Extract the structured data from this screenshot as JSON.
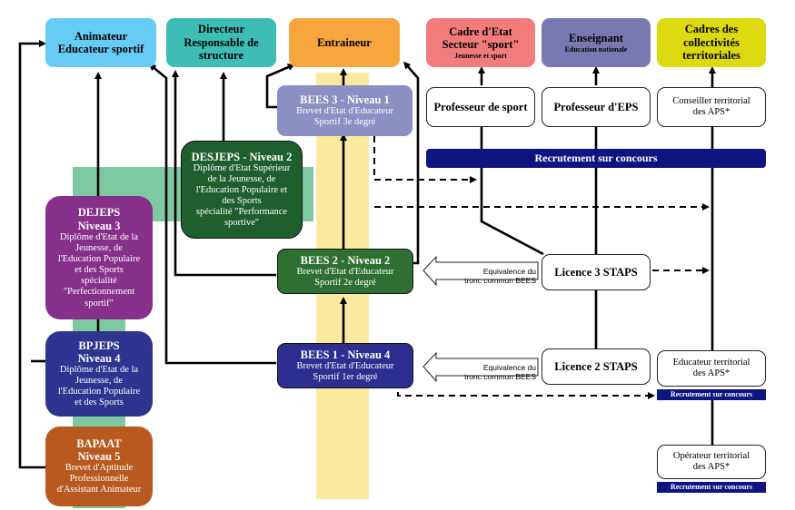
{
  "colors": {
    "animateur": "#66ccf5",
    "directeur": "#3dbdb6",
    "entraineur": "#f7a53d",
    "cadre_etat": "#f27b7b",
    "enseignant": "#7a78b0",
    "cadres_collectivites": "#dcd90f",
    "bees3": "#8c8fc2",
    "desjeps": "#1f5f2e",
    "bees2": "#2f6f32",
    "bees1": "#2d2e8f",
    "dejeps": "#86308a",
    "bpjeps": "#2d3590",
    "bapaat": "#b85a20",
    "recrutement": "#0c1580",
    "band_yellow": "#fbe9a0",
    "band_green": "#7fc9a2"
  },
  "top": {
    "animateur": "Animateur\nEducateur sportif",
    "directeur": "Directeur\nResponsable de\nstructure",
    "entraineur": "Entraineur",
    "cadre_etat_title": "Cadre d'Etat\nSecteur \"sport\"",
    "cadre_etat_sub": "Jeunesse et sport",
    "enseignant_title": "Enseignant",
    "enseignant_sub": "Education nationale",
    "cadres_collectivites": "Cadres des\ncollectivités\nterritoriales"
  },
  "jobs": {
    "professeur_sport": "Professeur de sport",
    "professeur_eps": "Professeur d'EPS",
    "conseiller": "Conseiller territorial\ndes APS*",
    "educateur": "Educateur territorial\ndes APS*",
    "operateur": "Opérateur territorial\ndes APS*"
  },
  "recrutement": {
    "main": "Recrutement sur concours",
    "small1": "Recrutement sur concours",
    "small2": "Recrutement sur concours"
  },
  "diplomas": {
    "bees3_title": "BEES 3 - Niveau 1",
    "bees3_sub": "Brevet d'Etat d'Educateur\nSportif 3e degré",
    "desjeps_title": "DESJEPS - Niveau 2",
    "desjeps_sub": "Diplôme d'Etat Supérieur\nde la Jeunesse, de\nl'Education Populaire et\ndes Sports\nspécialité \"Performance\nsportive\"",
    "bees2_title": "BEES 2 - Niveau 2",
    "bees2_sub": "Brevet d'Etat d'Educateur\nSportif 2e degré",
    "bees1_title": "BEES 1 - Niveau 4",
    "bees1_sub": "Brevet d'Etat d'Educateur\nSportif 1er degré",
    "dejeps_title": "DEJEPS\nNiveau 3",
    "dejeps_sub": "Diplôme d'Etat de la\nJeunesse, de\nl'Education Populaire\net des Sports\nspécialité\n\"Perfectionnement\nsportif\"",
    "bpjeps_title": "BPJEPS\nNiveau 4",
    "bpjeps_sub": "Diplôme d'Etat de la\nJeunesse, de\nl'Education Populaire\net des Sports",
    "bapaat_title": "BAPAAT\nNiveau 5",
    "bapaat_sub": "Brevet d'Aptitude\nProfessionnelle\nd'Assistant Animateur",
    "licence3": "Licence 3 STAPS",
    "licence2": "Licence 2 STAPS"
  },
  "equivalence": {
    "upper": "Equivalence du\ntronc commun BEES",
    "lower": "Equivalence du\ntronc commun BEES"
  }
}
